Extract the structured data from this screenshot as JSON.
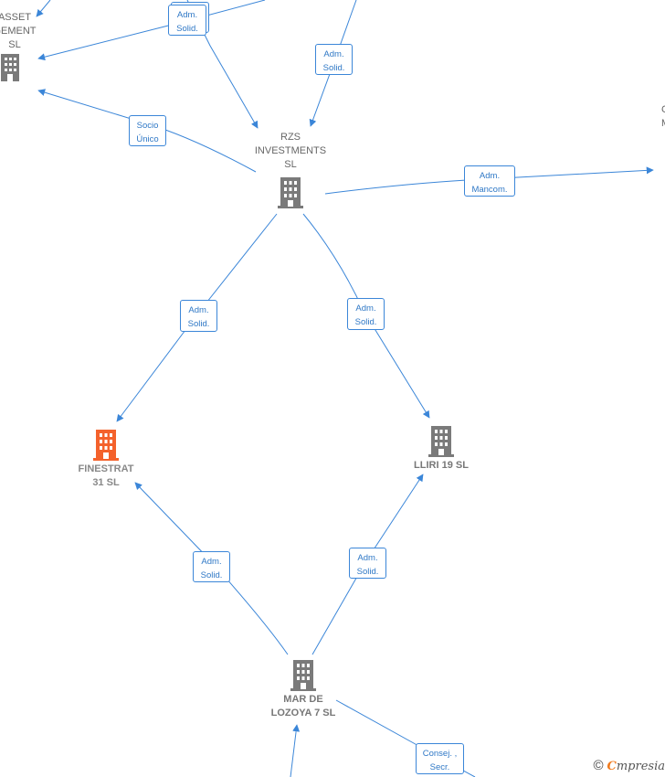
{
  "nodes": {
    "asset": {
      "label": "ASSET\nGEMENT\nSL"
    },
    "rzs": {
      "label": "RZS\nINVESTMENTS\nSL"
    },
    "finestrat": {
      "label": "FINESTRAT\n31  SL"
    },
    "lliri": {
      "label": "LLIRI 19  SL"
    },
    "lozoya": {
      "label": "MAR DE\nLOZOYA 7  SL"
    },
    "right_edge": {
      "label": "C\nMA"
    }
  },
  "edge_labels": {
    "top_admsolid": "Adm.\nSolid.",
    "upper_admsolid": "Adm.\nSolid.",
    "socio_unico": "Socio\nÚnico",
    "adm_mancom": "Adm.\nMancom.",
    "rzs_finestrat": "Adm.\nSolid.",
    "rzs_lliri": "Adm.\nSolid.",
    "lozoya_finestrat": "Adm.\nSolid.",
    "lozoya_lliri": "Adm.\nSolid.",
    "consej_secr": "Consej. ,\nSecr."
  },
  "colors": {
    "edge": "#3b86d8",
    "building_gray": "#7a7a7a",
    "building_highlight": "#f4622c"
  },
  "brand": {
    "copyright": "©",
    "e": "C",
    "name": "mpresia"
  }
}
